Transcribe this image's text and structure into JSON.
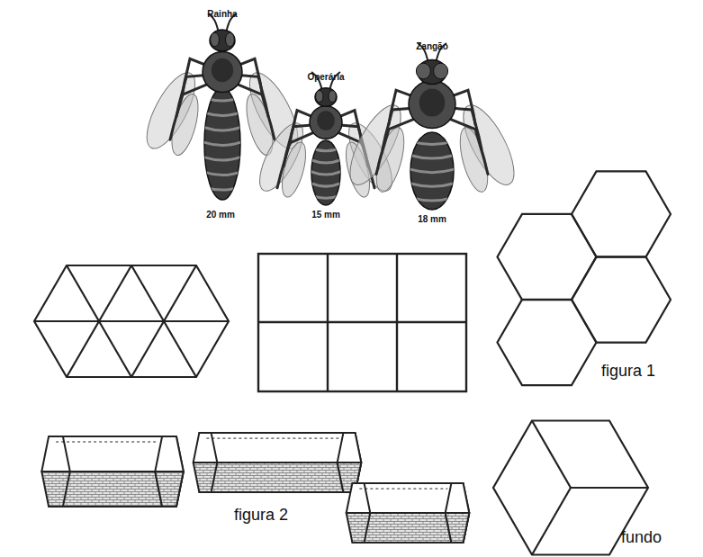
{
  "diagram": {
    "labels": [
      "Rainha",
      "Operária",
      "Zangão",
      "20 mm",
      "15 mm",
      "18 mm",
      "figura 1",
      "figura 2",
      "fundo"
    ]
  }
}
